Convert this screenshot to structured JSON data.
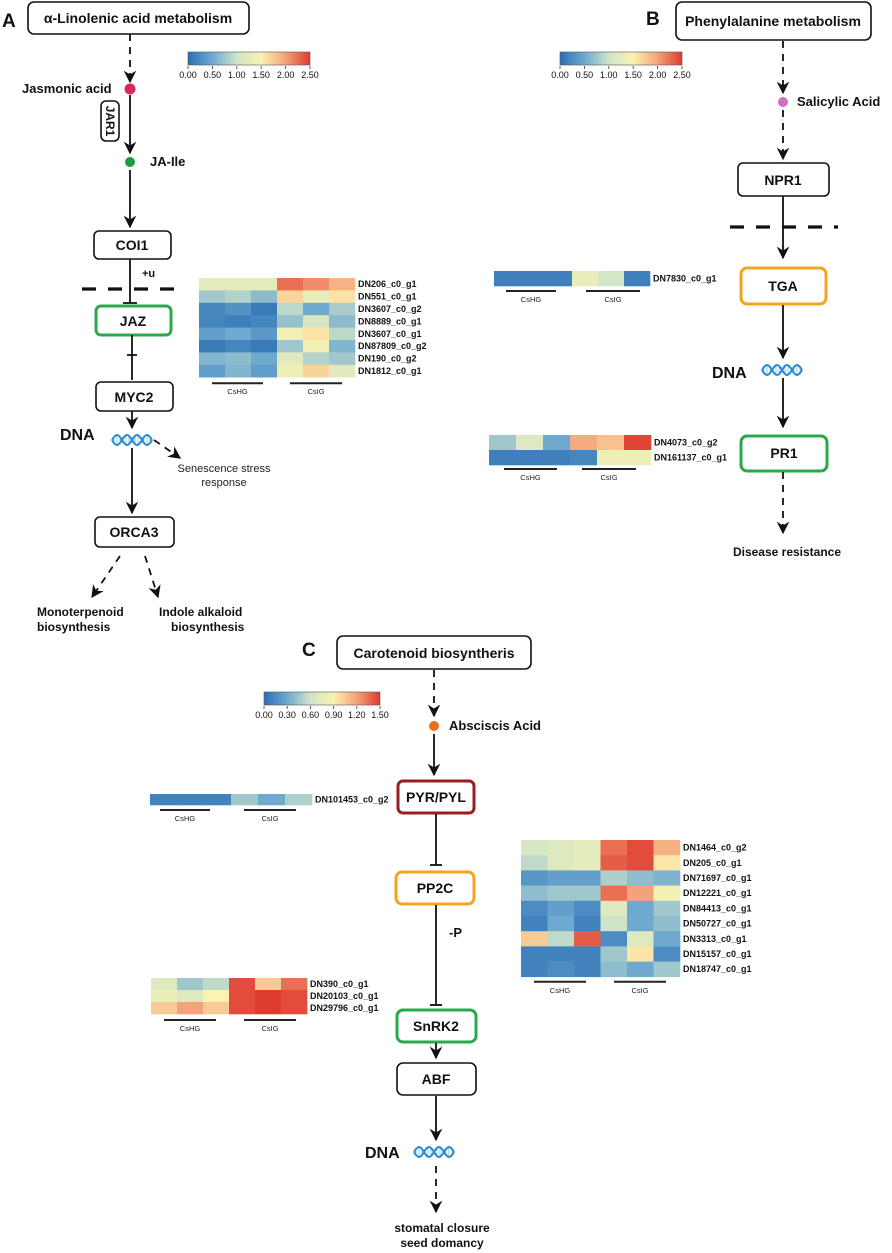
{
  "panels": {
    "A": {
      "letter": "A",
      "pathway_title": "α-Linolenic acid metabolism",
      "metabolite_1": "Jasmonic acid",
      "enzyme": "JAR1",
      "metabolite_2": "JA-Ile",
      "nodes": {
        "coi1": "COI1",
        "jaz": "JAZ",
        "myc2": "MYC2",
        "orca3": "ORCA3"
      },
      "ubiquitin_label": "+u",
      "dna_label": "DNA",
      "side_output": [
        "Senescence stress",
        "response"
      ],
      "outputs": {
        "left": [
          "Monoterpenoid",
          "biosynthesis"
        ],
        "right": [
          "Indole alkaloid",
          "biosynthesis"
        ]
      },
      "colorbar": {
        "ticks": [
          "0.00",
          "0.50",
          "1.00",
          "1.50",
          "2.00",
          "2.50"
        ],
        "min": 0,
        "max": 2.5
      },
      "heatmap": {
        "group_labels": [
          "CsHG",
          "CsIG"
        ],
        "genes": [
          "DN206_c0_g1",
          "DN551_c0_g1",
          "DN3607_c0_g2",
          "DN8889_c0_g1",
          "DN3607_c0_g1",
          "DN87809_c0_g2",
          "DN190_c0_g2",
          "DN1812_c0_g1"
        ],
        "values": [
          [
            1.25,
            1.25,
            1.25,
            2.25,
            2.1,
            1.9
          ],
          [
            0.75,
            0.85,
            0.65,
            1.7,
            1.3,
            1.6
          ],
          [
            0.2,
            0.3,
            0.1,
            0.9,
            0.5,
            0.8
          ],
          [
            0.2,
            0.15,
            0.2,
            0.7,
            1.1,
            0.65
          ],
          [
            0.4,
            0.5,
            0.35,
            1.4,
            1.6,
            0.9
          ],
          [
            0.1,
            0.2,
            0.1,
            0.75,
            1.4,
            0.6
          ],
          [
            0.6,
            0.65,
            0.5,
            1.2,
            0.85,
            0.75
          ],
          [
            0.4,
            0.6,
            0.4,
            1.35,
            1.7,
            1.2
          ]
        ]
      }
    },
    "B": {
      "letter": "B",
      "pathway_title": "Phenylalanine metabolism",
      "metabolite_1": "Salicylic Acid",
      "nodes": {
        "npr1": "NPR1",
        "tga": "TGA",
        "pr1": "PR1"
      },
      "dna_label": "DNA",
      "output": "Disease resistance",
      "colorbar": {
        "ticks": [
          "0.00",
          "0.50",
          "1.00",
          "1.50",
          "2.00",
          "2.50"
        ],
        "min": 0,
        "max": 2.5
      },
      "heatmap_tga": {
        "group_labels": [
          "CsHG",
          "CsIG"
        ],
        "genes": [
          "DN7830_c0_g1"
        ],
        "values": [
          [
            0.15,
            0.15,
            0.15,
            1.3,
            1.05,
            0.15
          ]
        ]
      },
      "heatmap_pr1": {
        "group_labels": [
          "CsHG",
          "CsIG"
        ],
        "genes": [
          "DN4073_c0_g2",
          "DN161137_c0_g1"
        ],
        "values": [
          [
            0.75,
            1.15,
            0.5,
            1.95,
            1.8,
            2.45
          ],
          [
            0.15,
            0.15,
            0.15,
            0.2,
            1.35,
            1.35
          ]
        ]
      }
    },
    "C": {
      "letter": "C",
      "pathway_title": "Carotenoid biosyntheris",
      "metabolite_1": "Absciscis Acid",
      "nodes": {
        "pyr": "PYR/PYL",
        "pp2c": "PP2C",
        "snrk2": "SnRK2",
        "abf": "ABF"
      },
      "phospho_label": "-P",
      "dna_label": "DNA",
      "outputs": [
        "stomatal closure",
        "seed domancy"
      ],
      "colorbar": {
        "ticks": [
          "0.00",
          "0.30",
          "0.60",
          "0.90",
          "1.20",
          "1.50"
        ],
        "min": 0,
        "max": 1.5
      },
      "heatmap_pyr": {
        "group_labels": [
          "CsHG",
          "CsIG"
        ],
        "genes": [
          "DN101453_c0_g2"
        ],
        "values": [
          [
            0.1,
            0.1,
            0.1,
            0.45,
            0.3,
            0.5
          ]
        ]
      },
      "heatmap_snrk2": {
        "group_labels": [
          "CsHG",
          "CsIG"
        ],
        "genes": [
          "DN390_c0_g1",
          "DN20103_c0_g1",
          "DN29796_c0_g1"
        ],
        "values": [
          [
            0.7,
            0.45,
            0.55,
            1.45,
            1.05,
            1.35
          ],
          [
            0.8,
            0.7,
            0.9,
            1.45,
            1.5,
            1.45
          ],
          [
            1.05,
            1.2,
            1.05,
            1.45,
            1.5,
            1.45
          ]
        ]
      },
      "heatmap_pp2c": {
        "group_labels": [
          "CsHG",
          "CsIG"
        ],
        "genes": [
          "DN1464_c0_g2",
          "DN205_c0_g1",
          "DN71697_c0_g1",
          "DN12221_c0_g1",
          "DN84413_c0_g1",
          "DN50727_c0_g1",
          "DN3313_c0_g1",
          "DN15157_c0_g1",
          "DN18747_c0_g1"
        ],
        "values": [
          [
            0.65,
            0.7,
            0.75,
            1.35,
            1.45,
            1.15
          ],
          [
            0.55,
            0.7,
            0.75,
            1.4,
            1.45,
            0.95
          ],
          [
            0.2,
            0.25,
            0.25,
            0.5,
            0.4,
            0.35
          ],
          [
            0.4,
            0.45,
            0.45,
            1.35,
            1.2,
            0.85
          ],
          [
            0.15,
            0.25,
            0.15,
            0.7,
            0.3,
            0.45
          ],
          [
            0.1,
            0.3,
            0.1,
            0.6,
            0.3,
            0.4
          ],
          [
            1.05,
            0.55,
            1.4,
            0.15,
            0.7,
            0.3
          ],
          [
            0.1,
            0.1,
            0.1,
            0.45,
            0.95,
            0.15
          ],
          [
            0.1,
            0.15,
            0.1,
            0.4,
            0.3,
            0.45
          ]
        ]
      }
    }
  },
  "colors": {
    "scale": [
      "#2b6fb4",
      "#6fa9cf",
      "#cfe4c8",
      "#fbf3b0",
      "#f4a27a",
      "#de3b2f"
    ],
    "metabolite_red": "#d62b5c",
    "metabolite_green": "#1e9b3c",
    "metabolite_pink": "#cf6fbe",
    "metabolite_orange": "#e66f19",
    "dna_blue": "#2a8ad0"
  }
}
